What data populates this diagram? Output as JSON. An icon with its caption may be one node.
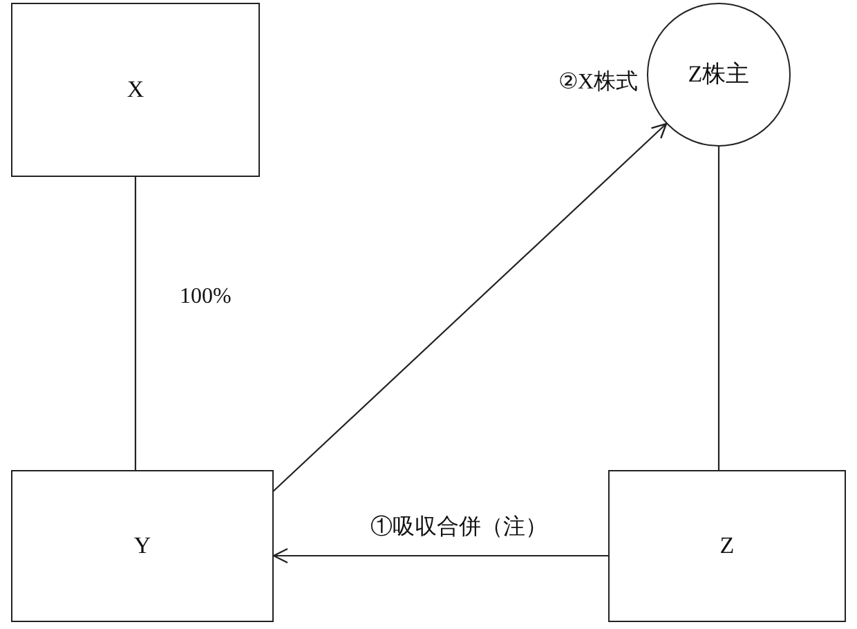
{
  "diagram": {
    "nodes": [
      {
        "text": [
          "X"
        ]
      },
      {
        "text": [
          "Z株主"
        ]
      },
      {
        "text": [
          "Y"
        ]
      },
      {
        "text": [
          "Z"
        ]
      }
    ],
    "edges": [
      {
        "from": 0,
        "to": 2,
        "arrow": "none",
        "label": "100%"
      },
      {
        "from": 2,
        "to": 1,
        "arrow": "to",
        "label": "②X株式"
      },
      {
        "from": 1,
        "to": 3,
        "arrow": "none"
      },
      {
        "from": 3,
        "to": 2,
        "arrow": "to",
        "label": "①吸収合併（注）"
      }
    ]
  }
}
